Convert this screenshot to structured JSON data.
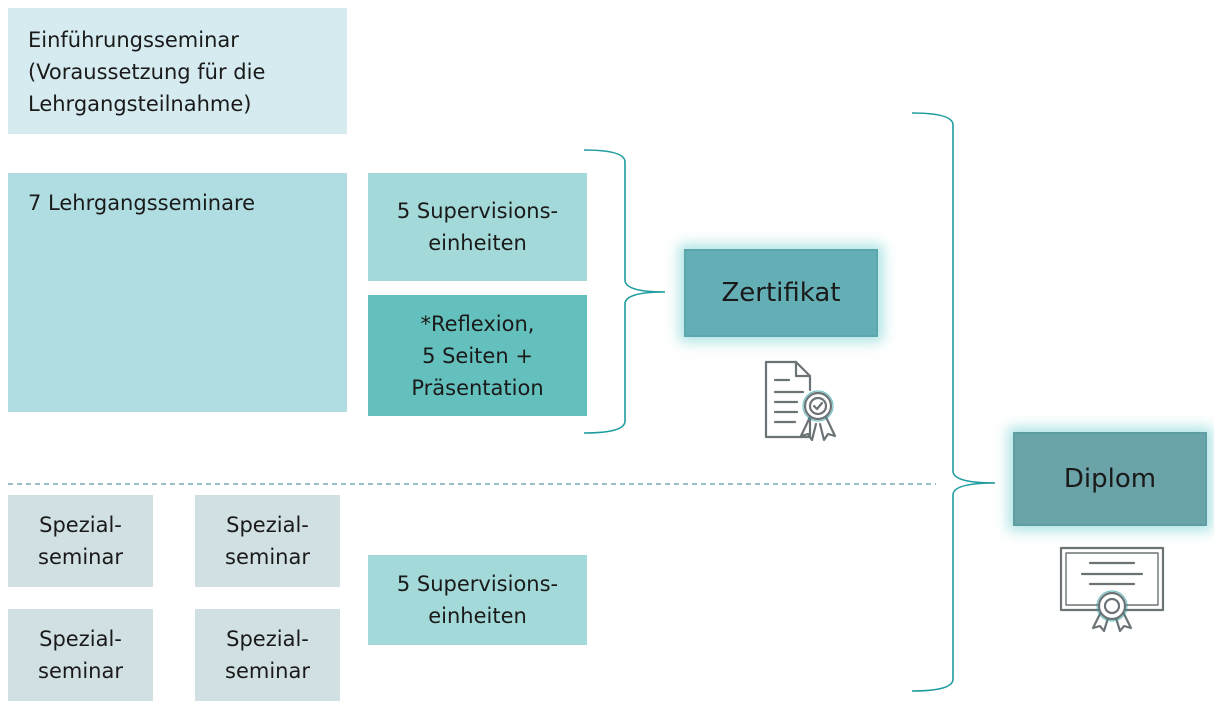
{
  "colors": {
    "intro": "#d5ebef",
    "lehrgang": "#b0dde1",
    "supervision": "#a3d9d8",
    "reflexion": "#64c0bd",
    "spezial": "#d1e0e2",
    "zertifikat": "#63afb5",
    "diplom": "#6aa3a8",
    "bracket": "#1e9c9e",
    "divider": "#5b9aa6",
    "icon": "#6b7376"
  },
  "boxes": {
    "intro": "Einführungsseminar\n(Voraussetzung für die\nLehrgangsteilnahme)",
    "lehrgang": "7 Lehrgangsseminare",
    "supervision_1": "5 Supervisions-\neinheiten",
    "reflexion": "*Reflexion,\n5 Seiten +\nPräsentation",
    "spezial_1": "Spezial-\nseminar",
    "spezial_2": "Spezial-\nseminar",
    "spezial_3": "Spezial-\nseminar",
    "spezial_4": "Spezial-\nseminar",
    "supervision_2": "5 Supervisions-\neinheiten"
  },
  "outcomes": {
    "zertifikat": "Zertifikat",
    "diplom": "Diplom"
  },
  "icons": {
    "zertifikat_icon": "certificate-document-icon",
    "diplom_icon": "diploma-icon"
  }
}
